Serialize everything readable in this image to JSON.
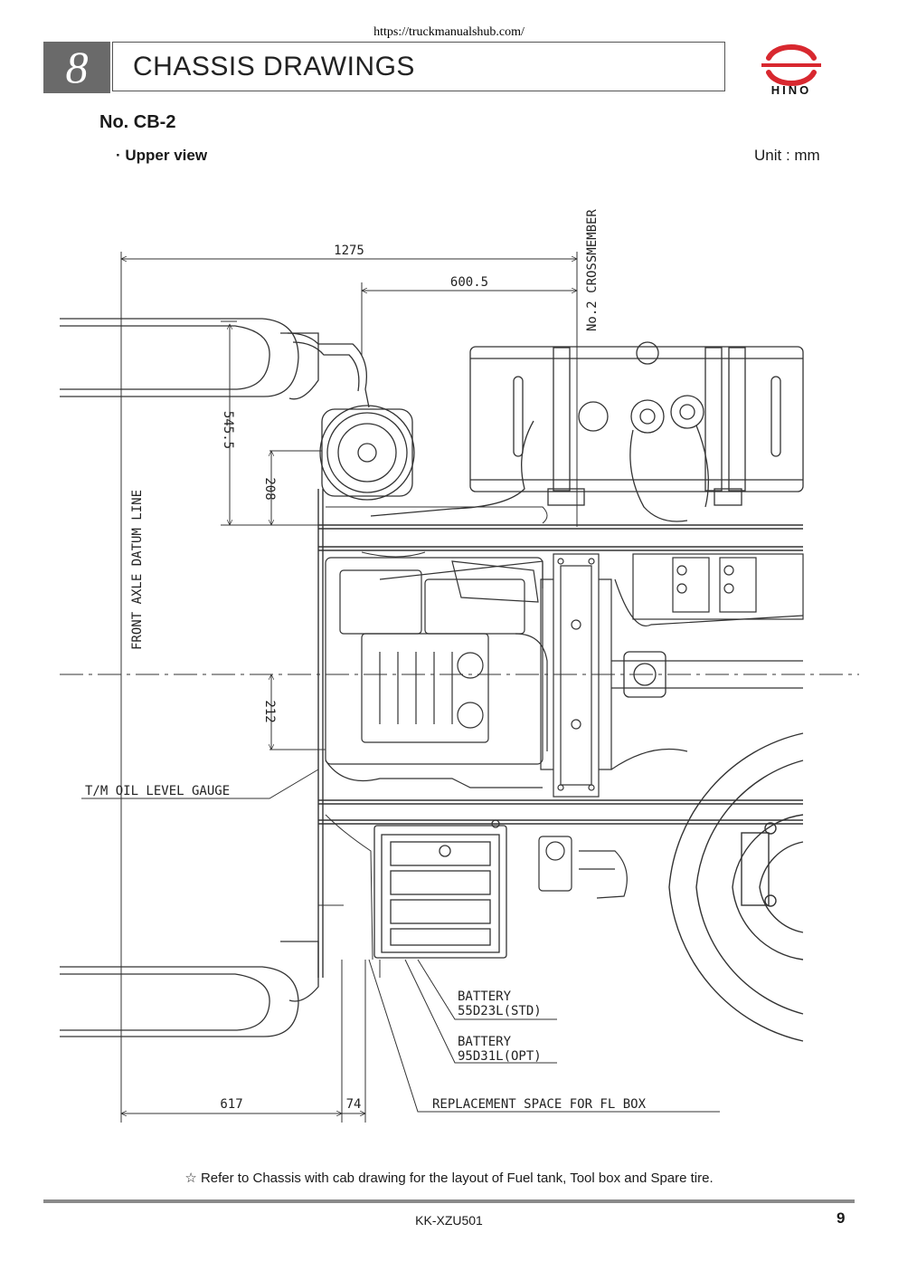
{
  "header": {
    "url": "https://truckmanualshub.com/",
    "chapter_number": "8",
    "chapter_title": "CHASSIS DRAWINGS",
    "brand": "HINO"
  },
  "section": {
    "doc_number": "No. CB-2",
    "view_label": "· Upper view",
    "unit": "Unit : mm"
  },
  "drawing": {
    "dims": {
      "d1275": "1275",
      "d600_5": "600.5",
      "d545_5": "545.5",
      "d208": "208",
      "d212": "212",
      "d617": "617",
      "d74": "74"
    },
    "labels": {
      "crossmember": "No.2  CROSSMEMBER",
      "datum_line": "FRONT  AXLE  DATUM  LINE",
      "tm_gauge": "T/M  OIL  LEVEL  GAUGE",
      "battery_std_1": "BATTERY",
      "battery_std_2": "55D23L(STD)",
      "battery_opt_1": "BATTERY",
      "battery_opt_2": "95D31L(OPT)",
      "fl_box": "REPLACEMENT  SPACE  FOR  FL  BOX"
    }
  },
  "footer": {
    "note": "☆ Refer to Chassis with cab drawing for the layout of Fuel tank, Tool box and Spare tire.",
    "model": "KK-XZU501",
    "page": "9"
  }
}
